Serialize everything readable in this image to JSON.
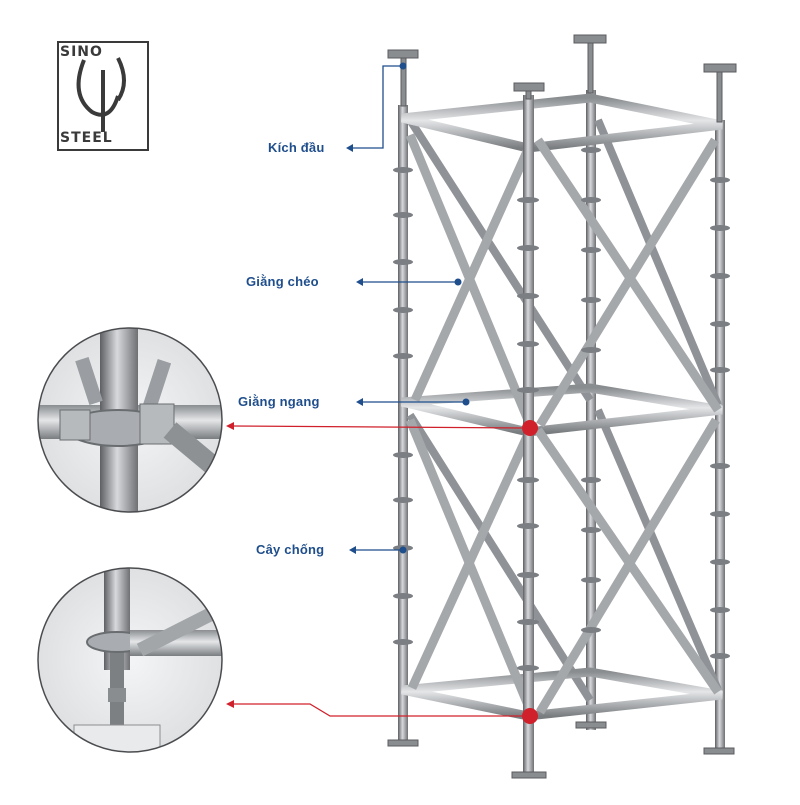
{
  "logo": {
    "text_top": "SINO",
    "text_bottom": "STEEL"
  },
  "labels": {
    "kich_dau": "Kích đầu",
    "giang_cheo": "Giằng chéo",
    "giang_ngang": "Giằng ngang",
    "cay_chong": "Cây chống"
  },
  "colors": {
    "label": "#1f4e8c",
    "pointer_blue": "#1f4e8c",
    "pointer_red": "#d0202b",
    "steel_dark": "#6b6b6b",
    "steel_light": "#c9ccd0"
  }
}
